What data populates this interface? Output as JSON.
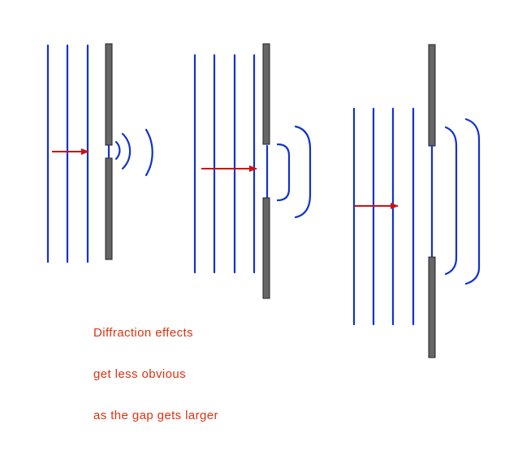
{
  "caption": {
    "lines": [
      "Diffraction effects",
      "get less obvious",
      "as the gap gets larger"
    ]
  },
  "colors": {
    "wave": "#1133cc",
    "barrier": "#666666",
    "barrier_edge": "#222222",
    "arrow": "#cc1111",
    "caption": "#dd3311",
    "background": "#ffffff"
  },
  "panels": [
    {
      "name": "small-gap",
      "plane_wavefronts": 3,
      "diffracted_wavefronts": 3,
      "gap_size": "small"
    },
    {
      "name": "medium-gap",
      "plane_wavefronts": 4,
      "diffracted_wavefronts": 2,
      "gap_size": "medium"
    },
    {
      "name": "large-gap",
      "plane_wavefronts": 4,
      "diffracted_wavefronts": 2,
      "gap_size": "large"
    }
  ]
}
